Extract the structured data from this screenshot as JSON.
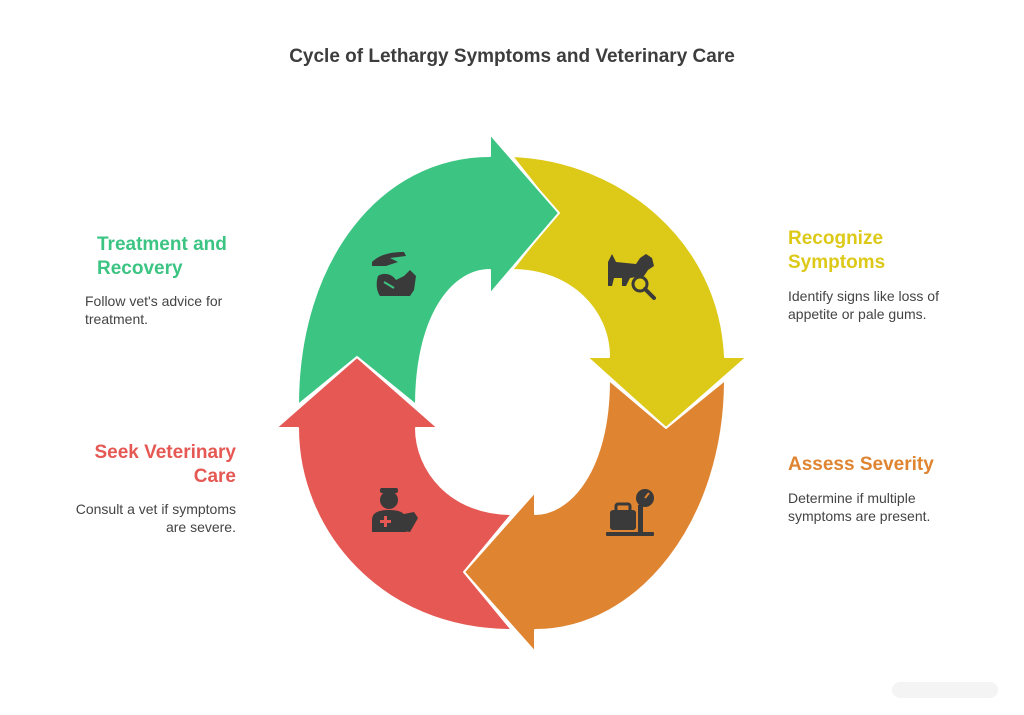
{
  "title": "Cycle of Lethargy Symptoms and Veterinary Care",
  "colors": {
    "recognize": "#ddc918",
    "assess": "#df8430",
    "seek": "#e55853",
    "treatment": "#3cc483",
    "icon": "#3a3a3a"
  },
  "steps": {
    "recognize": {
      "title_line1": "Recognize",
      "title_line2": "Symptoms",
      "desc_line1": "Identify signs like loss of",
      "desc_line2": "appetite or pale gums.",
      "icon": "dog-search-icon"
    },
    "assess": {
      "title": "Assess Severity",
      "desc_line1": "Determine if multiple",
      "desc_line2": "symptoms are present.",
      "icon": "weighing-scale-icon"
    },
    "seek": {
      "title_line1": "Seek Veterinary",
      "title_line2": "Care",
      "desc_line1": "Consult a vet if symptoms",
      "desc_line2": "are severe.",
      "icon": "veterinarian-icon"
    },
    "treatment": {
      "title_line1": "Treatment and",
      "title_line2": "Recovery",
      "desc_line1": "Follow vet's advice for",
      "desc_line2": "treatment.",
      "icon": "caring-hand-pet-icon"
    }
  }
}
